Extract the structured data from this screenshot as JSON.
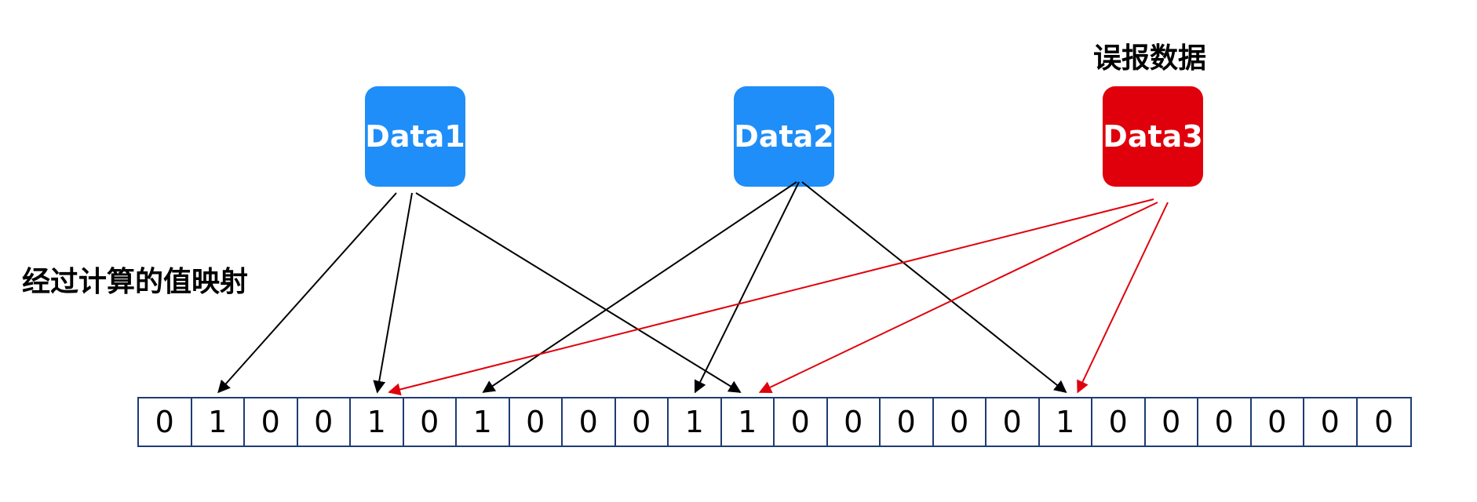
{
  "labels": {
    "mapping": "经过计算的值映射",
    "false_positive": "误报数据"
  },
  "nodes": [
    {
      "id": "data1",
      "label": "Data1",
      "color": "#1f8ef8"
    },
    {
      "id": "data2",
      "label": "Data2",
      "color": "#1f8ef8"
    },
    {
      "id": "data3",
      "label": "Data3",
      "color": "#e0000b"
    }
  ],
  "bits": [
    "0",
    "1",
    "0",
    "0",
    "1",
    "0",
    "1",
    "0",
    "0",
    "0",
    "1",
    "1",
    "0",
    "0",
    "0",
    "0",
    "0",
    "1",
    "0",
    "0",
    "0",
    "0",
    "0",
    "0"
  ],
  "edges": [
    {
      "from": "data1",
      "to_bit": 1,
      "color": "#000000"
    },
    {
      "from": "data1",
      "to_bit": 4,
      "color": "#000000"
    },
    {
      "from": "data1",
      "to_bit": 11,
      "color": "#000000"
    },
    {
      "from": "data2",
      "to_bit": 6,
      "color": "#000000"
    },
    {
      "from": "data2",
      "to_bit": 10,
      "color": "#000000"
    },
    {
      "from": "data2",
      "to_bit": 17,
      "color": "#000000"
    },
    {
      "from": "data3",
      "to_bit": 4,
      "color": "#e0000b"
    },
    {
      "from": "data3",
      "to_bit": 11,
      "color": "#e0000b"
    },
    {
      "from": "data3",
      "to_bit": 17,
      "color": "#e0000b"
    }
  ]
}
